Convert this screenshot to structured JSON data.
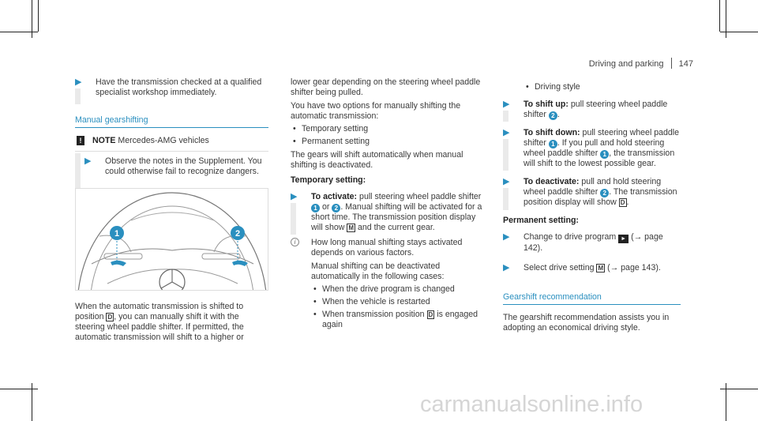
{
  "header": {
    "section": "Driving and parking",
    "page_number": "147"
  },
  "col1": {
    "item1": "Have the transmission checked at a qualified specialist workshop immediately.",
    "section_title": "Manual gearshifting",
    "note_label": "NOTE",
    "note_title": "Mercedes-AMG vehicles",
    "note_text": "Observe the notes in the Supplement. You could otherwise fail to recognize dangers.",
    "para": "When the automatic transmission is shifted to position",
    "para_gear": "D",
    "para2": ", you can manually shift it with the steering wheel paddle shifter. If permitted, the automatic transmission will shift to a higher or"
  },
  "col2": {
    "para1": "lower gear depending on the steering wheel paddle shifter being pulled.",
    "para2": "You have two options for manually shifting the automatic transmission:",
    "bullet1": "Temporary setting",
    "bullet2": "Permanent setting",
    "para3": "The gears will shift automatically when manual shifting is deactivated.",
    "temp_heading": "Temporary setting:",
    "activate_label": "To activate:",
    "activate_text": "pull steering wheel paddle shifter",
    "or": "or",
    "activate_line2": "Manual shifting will be activated for a short time. The transmission position display will show",
    "gear_m": "M",
    "activate_end": "and the current gear.",
    "info_text": "How long manual shifting stays activated depends on various factors.",
    "info_text2": "Manual shifting can be deactivated automatically in the following cases:",
    "case1": "When the drive program is changed",
    "case2": "When the vehicle is restarted",
    "case3a": "When transmission position",
    "case3_gear": "D",
    "case3b": "is engaged again"
  },
  "col3": {
    "bullet_style": "Driving style",
    "upshift_label": "To shift up:",
    "upshift_text": "pull steering wheel paddle shifter",
    "downshift_label": "To shift down:",
    "downshift_text": "pull steering wheel paddle shifter",
    "downshift_more": "If you pull and hold steering wheel paddle shifter",
    "downshift_more2": ", the transmission will shift to the lowest possible gear.",
    "deact_label": "To deactivate:",
    "deact_text": "pull and hold steering wheel paddle shifter",
    "deact_more": "The transmission position display will show",
    "deact_gear": "D",
    "perm_heading": "Permanent setting:",
    "perm1a": "Change to drive program",
    "perm1b": "(→ page 142).",
    "perm2a": "Select drive setting",
    "perm2_gear": "M",
    "perm2b": "(→ page 143).",
    "section_title": "Gearshift recommendation",
    "rec_text": "The gearshift recommendation assists you in adopting an economical driving style."
  },
  "badges": {
    "one": "1",
    "two": "2"
  },
  "watermark": "carmanualsonline.info",
  "colors": {
    "accent": "#2a8fbf",
    "text": "#3a3a3a"
  }
}
